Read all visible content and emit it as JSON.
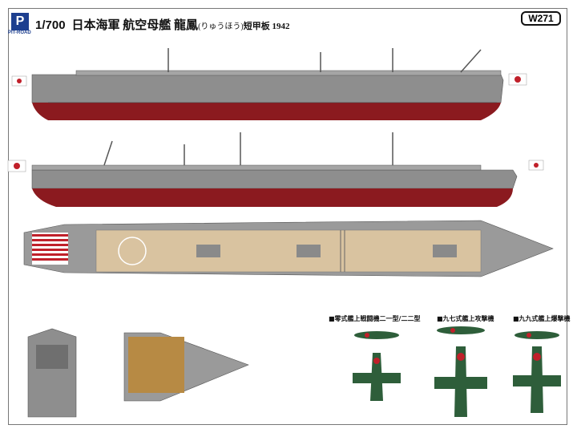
{
  "header": {
    "logo_text": "PIT-ROAD",
    "logo_mark": "P",
    "scale": "1/700",
    "title": "日本海軍 航空母艦 龍鳳",
    "reading": "(りゅうほう)",
    "suffix": "短甲板 1942",
    "product_code": "W271"
  },
  "aircraft": [
    {
      "label": "■零式艦上戦闘機二一型/二二型"
    },
    {
      "label": "■九七式艦上攻撃機"
    },
    {
      "label": "■九九式艦上爆撃機"
    }
  ],
  "colors": {
    "hull_gray": "#8e8e8e",
    "hull_red": "#8b1a1f",
    "deck_wood": "#d9c3a0",
    "aircraft_green": "#2e5e3a",
    "logo_blue": "#1d3f8f"
  }
}
